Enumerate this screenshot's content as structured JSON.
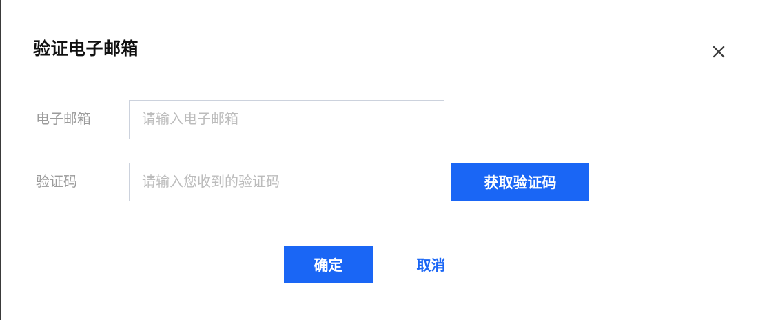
{
  "dialog": {
    "title": "验证电子邮箱",
    "close_icon": "close-icon",
    "fields": [
      {
        "label": "电子邮箱",
        "placeholder": "请输入电子邮箱",
        "value": ""
      },
      {
        "label": "验证码",
        "placeholder": "请输入您收到的验证码",
        "value": ""
      }
    ],
    "send_code_label": "获取验证码",
    "confirm_label": "确定",
    "cancel_label": "取消"
  },
  "colors": {
    "primary": "#1a66f5",
    "border": "#ccd2dd",
    "label": "#9b9b9b",
    "placeholder": "#bcbcbc",
    "title": "#111111",
    "close": "#3a3a3a"
  }
}
